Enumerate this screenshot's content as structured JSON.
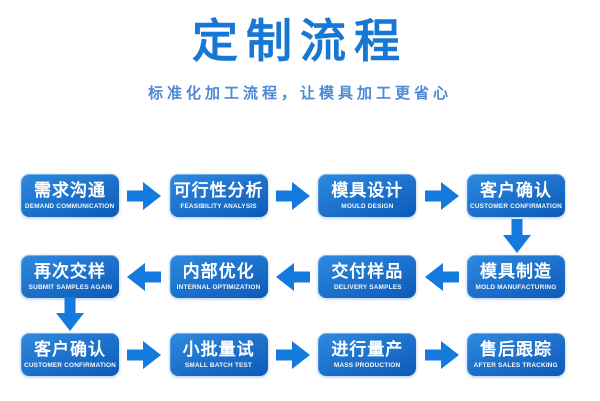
{
  "page": {
    "title": "定制流程",
    "subtitle": "标准化加工流程，让模具加工更省心"
  },
  "colors": {
    "background": "#ffffff",
    "title_blue": "#1677d4",
    "subtitle_blue": "#4e88d6",
    "arrow_blue": "#147ade",
    "box_gradient_top": "#2e8ae0",
    "box_gradient_bottom": "#0d5ab8",
    "box_text": "#ffffff"
  },
  "flow": {
    "rows": [
      {
        "arrow_direction": "right",
        "steps": [
          {
            "zh": "需求沟通",
            "en": "DEMAND COMMUNICATION"
          },
          {
            "zh": "可行性分析",
            "en": "FEASIBILITY ANALYSIS"
          },
          {
            "zh": "模具设计",
            "en": "MOULD DESIGN"
          },
          {
            "zh": "客户确认",
            "en": "CUSTOMER CONFIRMATION"
          }
        ]
      },
      {
        "arrow_direction": "left",
        "steps": [
          {
            "zh": "再次交样",
            "en": "SUBMIT SAMPLES AGAIN"
          },
          {
            "zh": "内部优化",
            "en": "INTERNAL OPTIMIZATION"
          },
          {
            "zh": "交付样品",
            "en": "DELIVERY SAMPLES"
          },
          {
            "zh": "模具制造",
            "en": "MOLD MANUFACTURING"
          }
        ]
      },
      {
        "arrow_direction": "right",
        "steps": [
          {
            "zh": "客户确认",
            "en": "CUSTOMER CONFIRMATION"
          },
          {
            "zh": "小批量试",
            "en": "SMALL BATCH TEST"
          },
          {
            "zh": "进行量产",
            "en": "MASS PRODUCTION"
          },
          {
            "zh": "售后跟踪",
            "en": "AFTER SALES TRACKING"
          }
        ]
      }
    ]
  }
}
